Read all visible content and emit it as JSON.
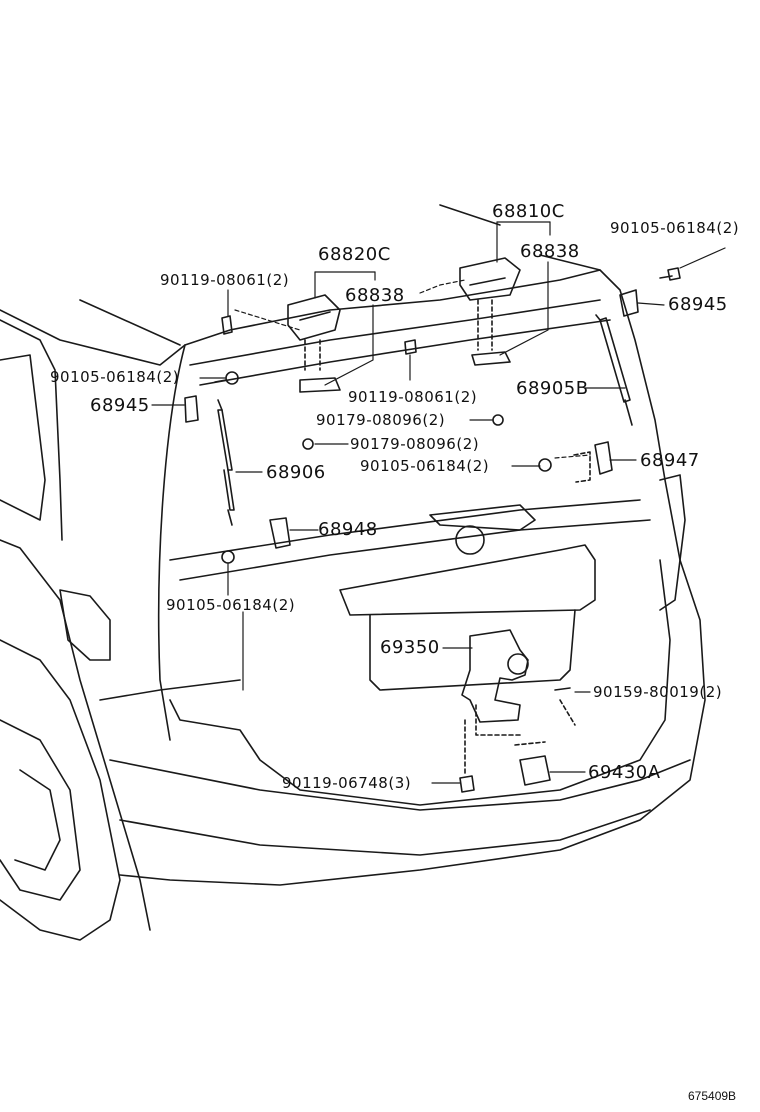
{
  "labels": {
    "p68810C": "68810C",
    "p68838_right": "68838",
    "p90105_top_right": "90105-06184(2)",
    "p68945_right": "68945",
    "p68820C": "68820C",
    "p90119_left": "90119-08061(2)",
    "p68838_left": "68838",
    "p90105_left": "90105-06184(2)",
    "p68945_left": "68945",
    "p68905B": "68905B",
    "p90119_mid": "90119-08061(2)",
    "p90179_a": "90179-08096(2)",
    "p90179_b": "90179-08096(2)",
    "p90105_mid_right": "90105-06184(2)",
    "p68947": "68947",
    "p68906": "68906",
    "p68948": "68948",
    "p90105_bottom_left": "90105-06184(2)",
    "p69350": "69350",
    "p90159": "90159-80019(2)",
    "p69430A": "69430A",
    "p90119_bottom": "90119-06748(3)",
    "diagram_code": "675409B"
  },
  "colors": {
    "line": "#1a1a1a",
    "background": "#ffffff"
  }
}
